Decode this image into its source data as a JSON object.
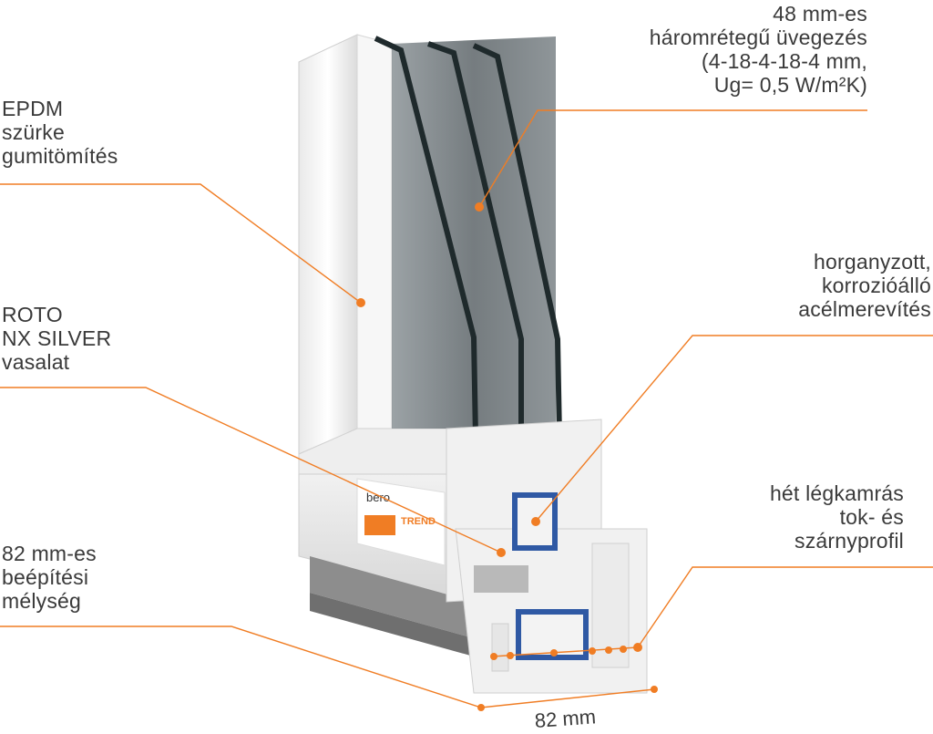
{
  "colors": {
    "accent": "#f07d24",
    "frame_white": "#f4f4f4",
    "glass": "#6e767a",
    "gasket": "#2a2a2a",
    "text": "#3a3a3a"
  },
  "labels": {
    "glazing": [
      "48 mm-es",
      "háromrétegű üvegezés",
      "(4-18-4-18-4 mm,",
      "Ug= 0,5 W/m²K)"
    ],
    "gasket": [
      "EPDM",
      "szürke",
      "gumitömítés"
    ],
    "steel": [
      "horganyzott,",
      "korrozióálló",
      "acélmerevítés"
    ],
    "hardware": [
      "ROTO",
      "NX SILVER",
      "vasalat"
    ],
    "chambers": [
      "hét légkamrás",
      "tok- és",
      "szárnyprofil"
    ],
    "depth": [
      "82 mm-es",
      "beépítési",
      "mélység"
    ],
    "dimension": "82 mm"
  },
  "product_sticker": {
    "brand": "bero",
    "series": "TREND"
  }
}
